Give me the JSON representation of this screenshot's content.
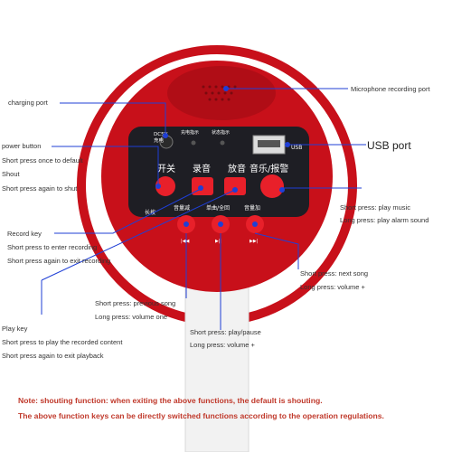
{
  "colors": {
    "body_red": "#c8101a",
    "panel_black": "#1e1e24",
    "pointer_blue": "#1f3fd6",
    "button_red": "#e8202a",
    "note_red": "#c0392b"
  },
  "panel": {
    "charge_label": "DC5V\n充电",
    "indicator_labels": [
      "充电指示",
      "状态指示"
    ],
    "usb_label": "USB",
    "top_buttons": [
      "开关",
      "录音",
      "放音",
      "音乐/报警"
    ],
    "bottom_row_prefix": "长按",
    "bottom_buttons": [
      "音量减",
      "单曲/全回",
      "音量加"
    ],
    "bottom_icons": [
      "|◀◀",
      "▶||",
      "▶▶|"
    ]
  },
  "labels": {
    "charging_port": "charging port",
    "microphone": "Microphone recording port",
    "usb_port": "USB port",
    "power_button": [
      "power button",
      "Short press once to default",
      "Shout",
      "Short press again to shut"
    ],
    "record_key": [
      "Record key",
      "Short press to enter recording",
      "Short press again to exit recording"
    ],
    "play_key": [
      "Play key",
      "Short press to play the recorded content",
      "Short press again to exit playback"
    ],
    "previous_song": [
      "Short press: previous song",
      "Long press: volume one"
    ],
    "play_pause": [
      "Short press: play/pause",
      "Long press: volume +"
    ],
    "next_song": [
      "Short press: next song",
      "Long press: volume +"
    ],
    "music_alarm": [
      "Short press: play music",
      "Long press: play alarm sound"
    ]
  },
  "notes": [
    "Note: shouting function: when exiting the above functions, the default is shouting.",
    "The above function keys can be directly switched functions according to the operation regulations."
  ]
}
